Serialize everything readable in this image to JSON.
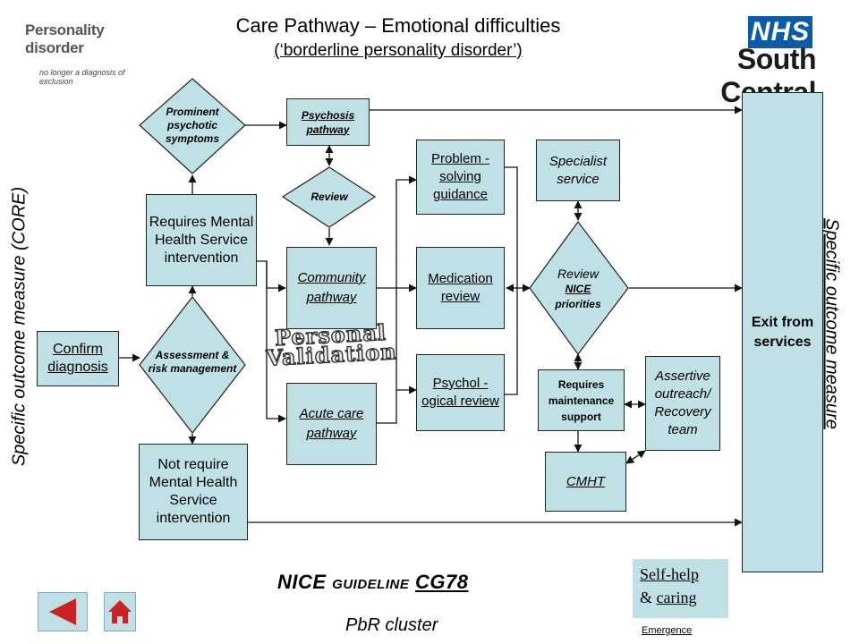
{
  "header": {
    "title": "Care Pathway – Emotional difficulties",
    "subtitle": "(‘borderline personality disorder’)"
  },
  "logo": {
    "title": "Personality disorder",
    "tagline": "no longer a diagnosis of exclusion"
  },
  "nhs": {
    "badge": "NHS",
    "region": "South Central",
    "color": "#0a5ba8"
  },
  "side_labels": {
    "left": "Specific outcome measure (CORE)",
    "right": "Specific outcome measure"
  },
  "nodes": {
    "confirm_diagnosis": "Confirm diagnosis",
    "assessment": "Assessment & risk management",
    "requires_mh": "Requires Mental Health Service intervention",
    "not_require_mh": "Not require Mental Health Service intervention",
    "prominent_psychotic": "Prominent psychotic symptoms",
    "psychosis_pathway": "Psychosis pathway",
    "review": "Review",
    "community_pathway": "Community pathway",
    "acute_care_pathway": "Acute care pathway",
    "problem_solving": "Problem -solving guidance",
    "medication_review": "Medication review",
    "psychological_review": "Psychol -ogical review",
    "specialist_service": "Specialist service",
    "review_nice_prefix": "Review",
    "review_nice_link": "NICE",
    "review_nice_suffix": "priorities",
    "requires_maintenance": "Requires maintenance support",
    "assertive_outreach": "Assertive outreach/ Recovery team",
    "cmht": "CMHT",
    "exit": "Exit from services"
  },
  "overlay": {
    "line1": "Personal",
    "line2": "Validation"
  },
  "footer": {
    "nice_prefix": "NICE guideline ",
    "nice_link": "CG78",
    "pbr": "PbR cluster",
    "emergence": "Emergence",
    "self_help": "Self-help",
    "amp": "& ",
    "caring": "caring"
  },
  "nav": {
    "back_icon": "triangle-left-icon",
    "home_icon": "home-icon"
  },
  "colors": {
    "box_fill": "#bfe0e4",
    "border": "#222222"
  }
}
